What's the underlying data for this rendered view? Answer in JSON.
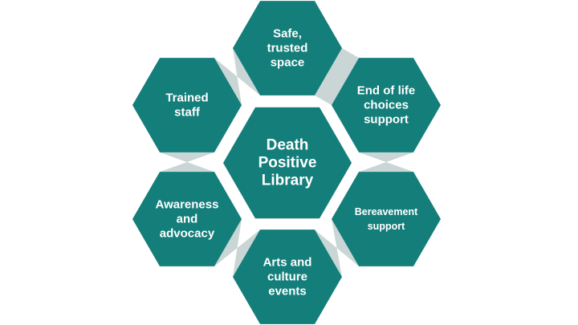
{
  "colors": {
    "hex": "#147e7a",
    "connector": "#c9d6d5",
    "text": "#ffffff",
    "background": "#ffffff"
  },
  "center": {
    "lines": [
      "Death",
      "Positive",
      "Library"
    ]
  },
  "nodes": [
    {
      "id": "safe-space",
      "lines": [
        "Safe,",
        "trusted",
        "space"
      ]
    },
    {
      "id": "end-of-life",
      "lines": [
        "End of life",
        "choices",
        "support"
      ]
    },
    {
      "id": "bereavement",
      "lines": [
        "Bereavement",
        "support"
      ]
    },
    {
      "id": "arts-culture",
      "lines": [
        "Arts and",
        "culture",
        "events"
      ]
    },
    {
      "id": "awareness",
      "lines": [
        "Awareness",
        "and",
        "advocacy"
      ]
    },
    {
      "id": "trained-staff",
      "lines": [
        "Trained",
        "staff"
      ]
    }
  ]
}
